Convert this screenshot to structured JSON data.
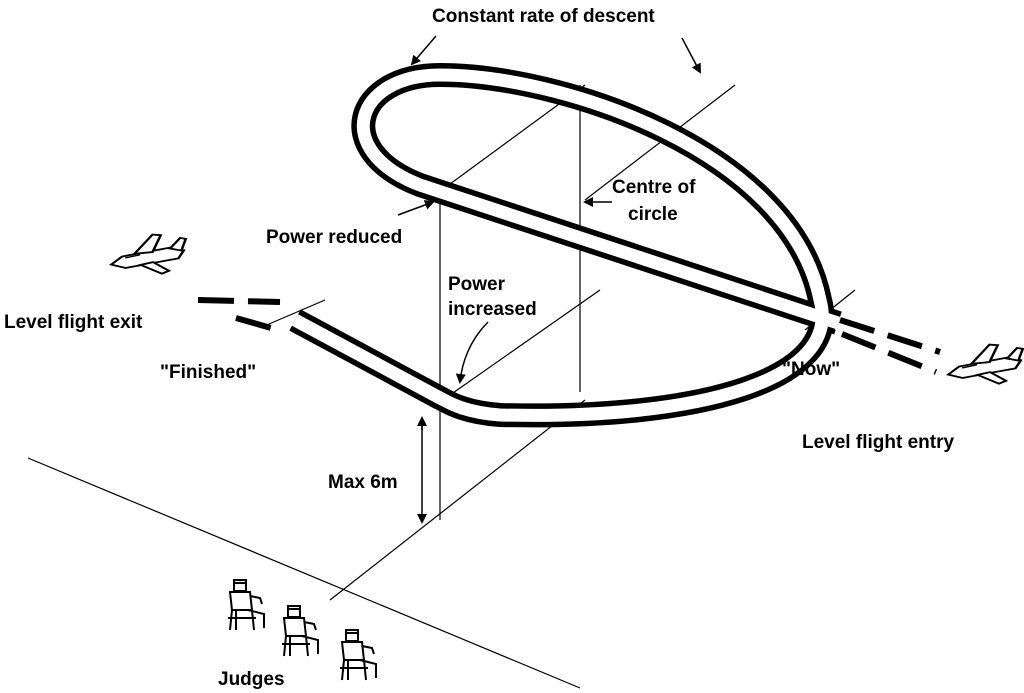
{
  "diagram": {
    "labels": {
      "constant_rate": "Constant rate of descent",
      "centre_of_circle_line1": "Centre of",
      "centre_of_circle_line2": "circle",
      "power_reduced": "Power reduced",
      "power_increased_line1": "Power",
      "power_increased_line2": "increased",
      "level_flight_exit": "Level flight exit",
      "finished": "\"Finished\"",
      "now": "\"Now\"",
      "level_flight_entry": "Level flight entry",
      "max_height": "Max 6m",
      "judges": "Judges"
    },
    "icons": {
      "aircraft": "aircraft-icon",
      "judge": "judge-icon"
    },
    "colors": {
      "ink": "#000000",
      "background": "#ffffff"
    }
  }
}
